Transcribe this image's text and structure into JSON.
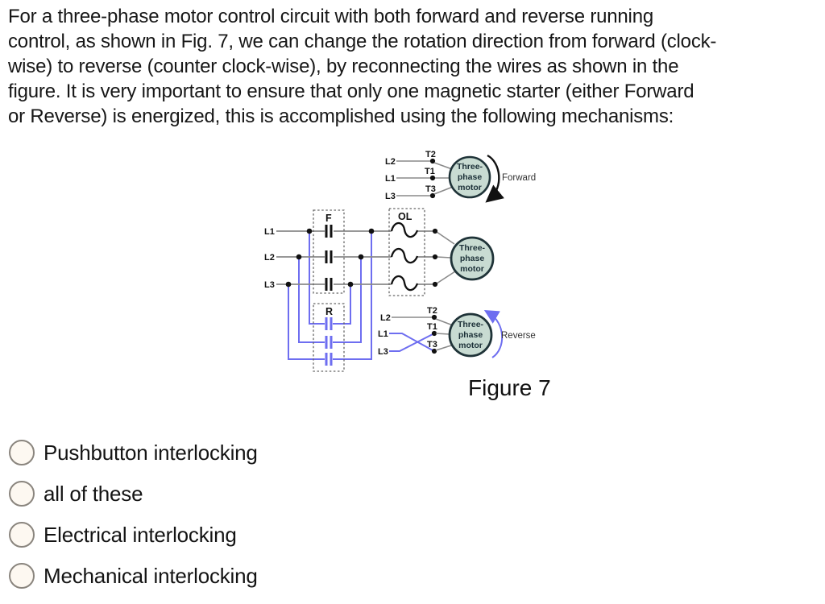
{
  "question": {
    "text": "For a three-phase motor control circuit with both forward and reverse running\ncontrol, as shown in Fig. 7, we can change the rotation direction from forward (clock-\nwise) to reverse (counter clock-wise), by reconnecting the wires as shown in the\nfigure. It is very important to ensure that only one magnetic starter (either Forward\nor Reverse) is energized, this is accomplished using the following mechanisms:"
  },
  "figure": {
    "caption": "Figure 7",
    "motor_label_lines": [
      "Three-",
      "phase",
      "motor"
    ],
    "labels": {
      "l1": "L1",
      "l2": "L2",
      "l3": "L3",
      "t1": "T1",
      "t2": "T2",
      "t3": "T3",
      "f": "F",
      "r": "R",
      "ol": "OL",
      "forward": "Forward",
      "reverse": "Reverse"
    },
    "colors": {
      "motor_fill": "#c8dbd2",
      "motor_border": "#1f3338",
      "reverse_wire": "#6e6ef0",
      "rail_gray": "#8a8a8a",
      "contact_black": "#111111"
    }
  },
  "options": [
    {
      "label": "Pushbutton interlocking"
    },
    {
      "label": "all of these"
    },
    {
      "label": "Electrical interlocking"
    },
    {
      "label": "Mechanical interlocking"
    }
  ]
}
